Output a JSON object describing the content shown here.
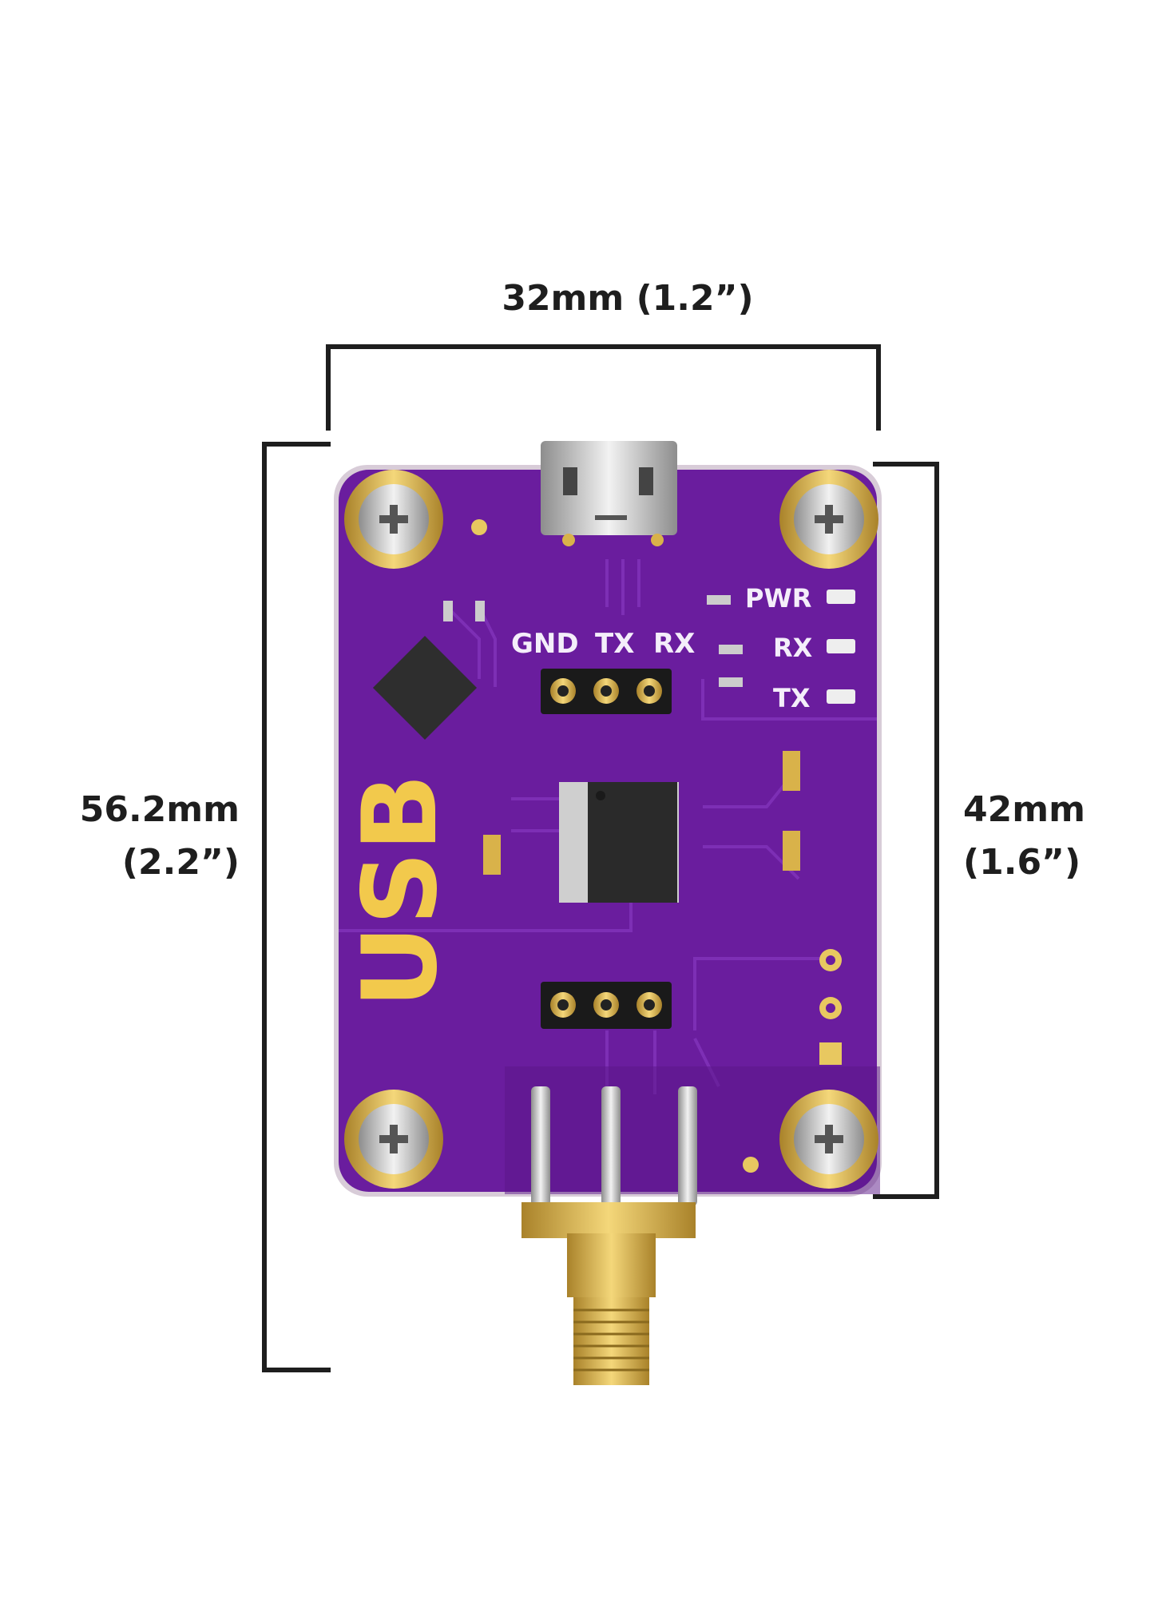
{
  "dimensions": {
    "width_label": "32mm (1.2”)",
    "total_height_mm": "56.2mm",
    "total_height_in": "(2.2”)",
    "board_height_mm": "42mm",
    "board_height_in": "(1.6”)"
  },
  "board": {
    "logo_text": "USB",
    "header_labels": [
      "GND",
      "TX",
      "RX"
    ],
    "led_labels": [
      "PWR",
      "RX",
      "TX"
    ]
  },
  "colors": {
    "pcb": "#6a1d9e",
    "gold": "#d9b24a",
    "bracket": "#1e1e1e"
  }
}
